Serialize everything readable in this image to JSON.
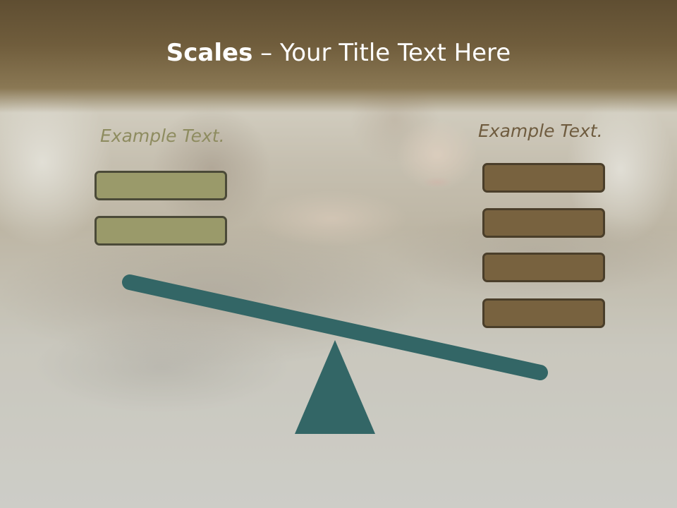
{
  "slide": {
    "title_bold": "Scales",
    "title_rest": " – Your Title Text Here"
  },
  "left_group": {
    "label": "Example Text.",
    "box_count": 2,
    "box_color": "#9a9a6a"
  },
  "right_group": {
    "label": "Example Text.",
    "box_count": 4,
    "box_color": "#78623f"
  },
  "colors": {
    "title_band": "#6a5838",
    "scale": "#336666",
    "left_label": "#8e8c60",
    "right_label": "#6f5c3f"
  }
}
